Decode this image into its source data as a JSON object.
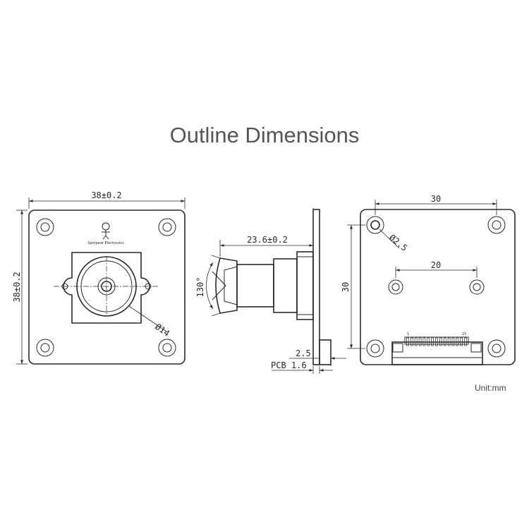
{
  "title": "Outline Dimensions",
  "unit_note": "Unit:mm",
  "front_view": {
    "width_label": "38±0.2",
    "height_label": "38±0.2",
    "lens_diameter_label": "Ø14",
    "logo_caption": "Spotpear Electronics"
  },
  "side_view": {
    "lens_length_label": "23.6±0.2",
    "fov_label": "130°",
    "offset_label": "2.5",
    "pcb_label": "PCB 1.6"
  },
  "back_view": {
    "hole_spacing_x_label": "30",
    "hole_spacing_y_label": "30",
    "inner_hole_spacing_label": "20",
    "hole_diameter_label": "Ø2.5",
    "connector_pin_first": "1",
    "connector_pin_last": "15"
  }
}
